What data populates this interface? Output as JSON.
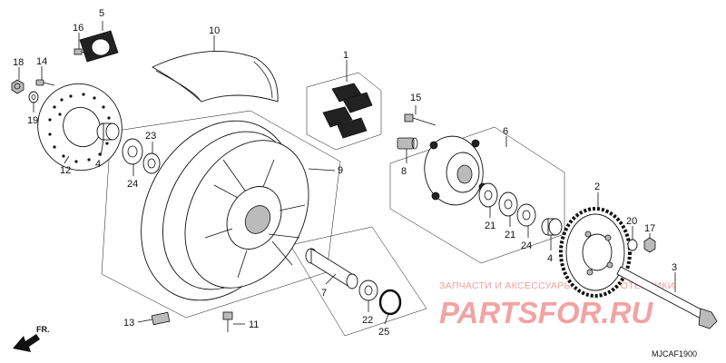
{
  "diagram_code": "MJCAF1900",
  "direction_label": "FR.",
  "watermark": {
    "tagline": "ЗАПЧАСТИ И АКСЕССУАРЫ ДЛЯ МОТОТЕХНИКИ",
    "brand": "PARTSFOR.RU"
  },
  "callouts": [
    {
      "id": "c1",
      "label": "1"
    },
    {
      "id": "c2",
      "label": "2"
    },
    {
      "id": "c3",
      "label": "3"
    },
    {
      "id": "c4a",
      "label": "4"
    },
    {
      "id": "c4b",
      "label": "4"
    },
    {
      "id": "c5",
      "label": "5"
    },
    {
      "id": "c6",
      "label": "6"
    },
    {
      "id": "c7",
      "label": "7"
    },
    {
      "id": "c8",
      "label": "8"
    },
    {
      "id": "c9",
      "label": "9"
    },
    {
      "id": "c10",
      "label": "10"
    },
    {
      "id": "c11",
      "label": "11"
    },
    {
      "id": "c12",
      "label": "12"
    },
    {
      "id": "c13",
      "label": "13"
    },
    {
      "id": "c14",
      "label": "14"
    },
    {
      "id": "c15",
      "label": "15"
    },
    {
      "id": "c16",
      "label": "16"
    },
    {
      "id": "c17",
      "label": "17"
    },
    {
      "id": "c18",
      "label": "18"
    },
    {
      "id": "c19",
      "label": "19"
    },
    {
      "id": "c20",
      "label": "20"
    },
    {
      "id": "c21a",
      "label": "21"
    },
    {
      "id": "c21b",
      "label": "21"
    },
    {
      "id": "c22",
      "label": "22"
    },
    {
      "id": "c23",
      "label": "23"
    },
    {
      "id": "c24a",
      "label": "24"
    },
    {
      "id": "c24b",
      "label": "24"
    },
    {
      "id": "c25",
      "label": "25"
    }
  ]
}
